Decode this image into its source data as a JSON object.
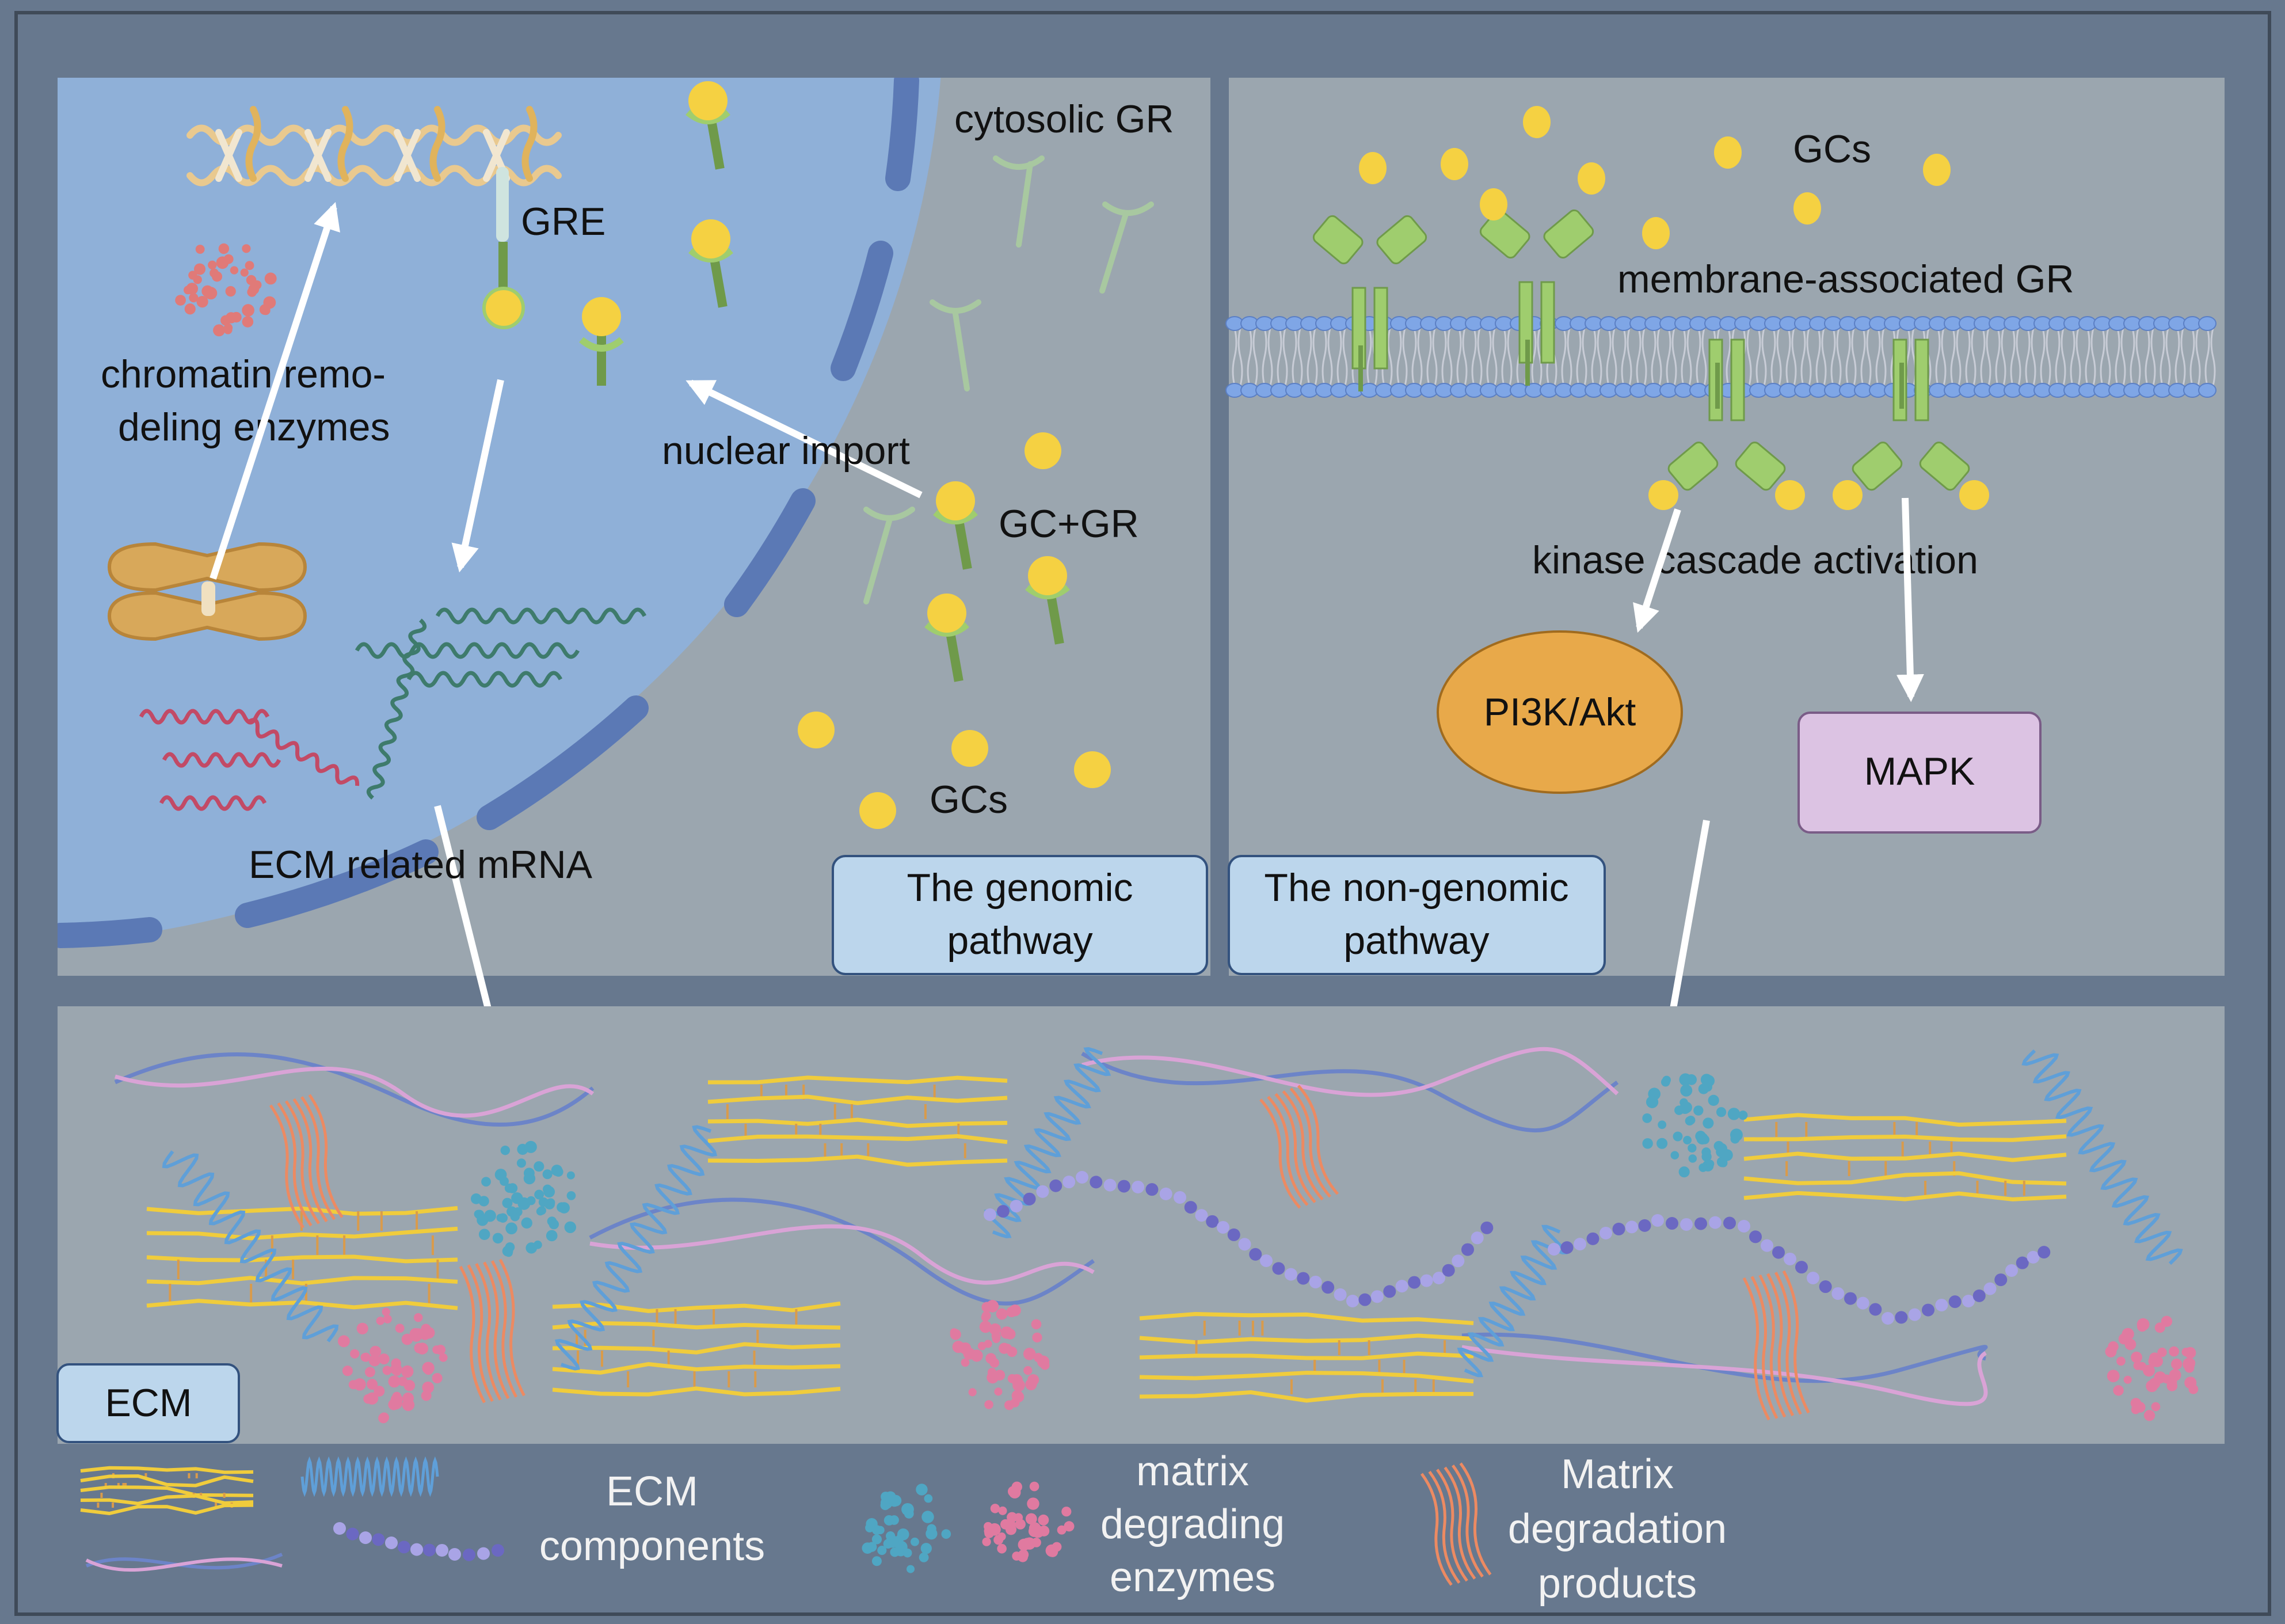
{
  "labels": {
    "cytosolic_gr": "cytosolic GR",
    "gre": "GRE",
    "chromatin": [
      "chromatin remo-",
      "deling enzymes"
    ],
    "nuclear_import": "nuclear import",
    "gc_gr": "GC+GR",
    "gcs_left": "GCs",
    "ecm_mrna": "ECM related mRNA",
    "genomic": [
      "The genomic",
      "pathway"
    ],
    "non_genomic": [
      "The non-genomic",
      "pathway"
    ],
    "gcs_right": "GCs",
    "membrane_gr": "membrane-associated GR",
    "kinase": "kinase cascade activation",
    "pi3k": "PI3K/Akt",
    "mapk": "MAPK",
    "ecm": "ECM"
  },
  "legend": {
    "ecm_components": [
      "ECM",
      "components"
    ],
    "matrix_enzymes": [
      "matrix",
      "degrading",
      "enzymes"
    ],
    "degradation_products": [
      "Matrix",
      "degradation",
      "products"
    ]
  },
  "colors": {
    "frame": "#67788e",
    "panel": "#9ba6af",
    "nucleus": "#8fb0d8",
    "nuclear_envelope": "#5b79b5",
    "membrane_head": "#7fa6e6",
    "gc_yellow": "#f5d142",
    "receptor_green": "#9fcd6e",
    "label_box": "#bcd6ec",
    "pi3k": "#e8a94a",
    "mapk": "#dcc3e3",
    "collagen_yellow": "#f0cc3c",
    "collagen_orange": "#d99b4b",
    "spiral_blue": "#5f9fd8",
    "dna_blue": "#6c84c8",
    "dna_pink": "#d9a3d6",
    "bead_purple": "#6b68c2",
    "bead_light": "#a9a4e6",
    "enzyme_teal": "#4fa6c3",
    "enzyme_pink": "#e07aa0",
    "product_orange": "#ec8a62",
    "mrna_red": "#c24a66",
    "mrna_green": "#3e7b6c",
    "chromosome": "#d8a85a",
    "arrow": "#ffffff"
  },
  "icons": [
    "gc-ligand-icon",
    "cytosolic-gr-icon",
    "gc-gr-complex-icon",
    "membrane-gr-icon",
    "chromosome-icon",
    "dna-strand-icon",
    "mrna-icon",
    "collagen-fibril-icon",
    "elastin-spiral-icon",
    "beaded-fibril-icon",
    "matrix-enzyme-icon",
    "degradation-product-icon"
  ]
}
